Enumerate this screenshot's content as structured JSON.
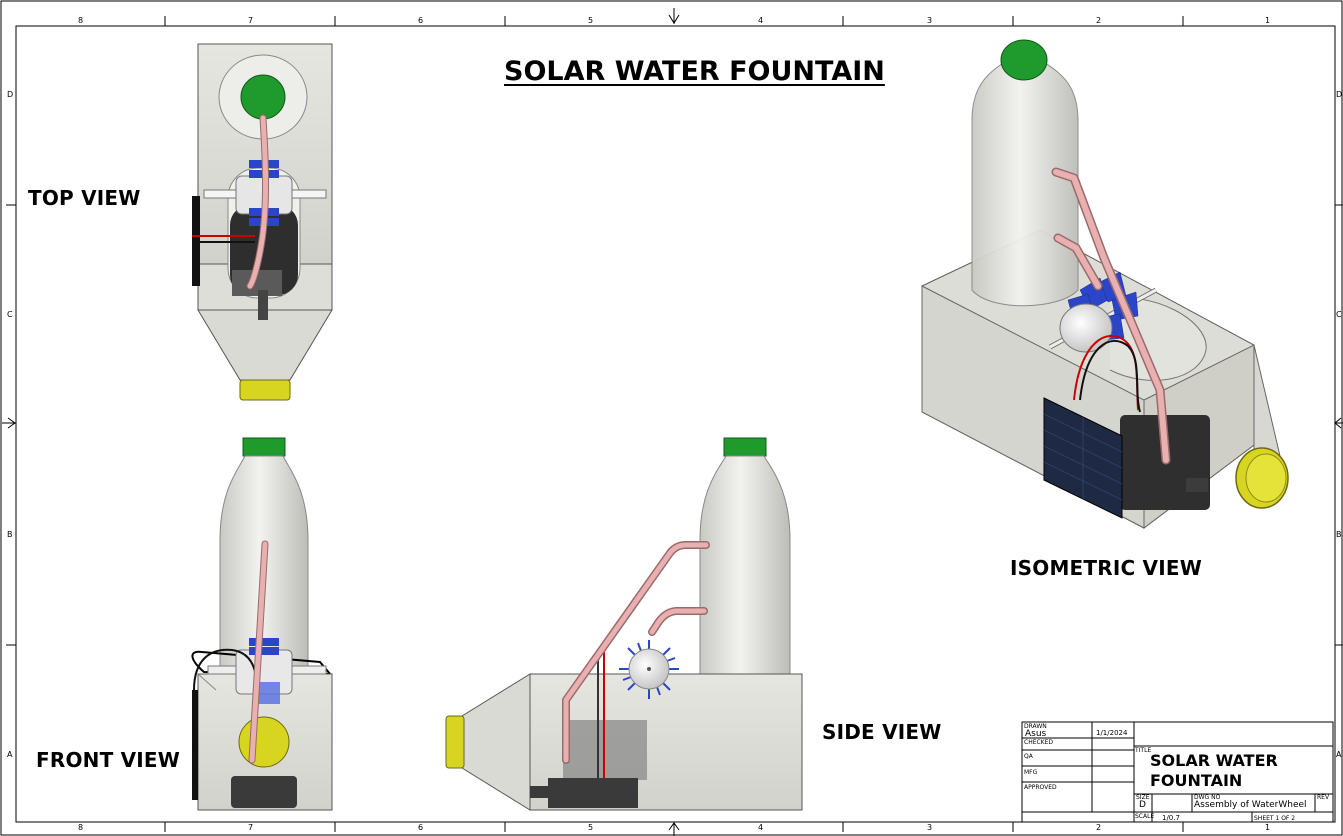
{
  "title": "SOLAR WATER FOUNTAIN",
  "views": {
    "top": "TOP VIEW",
    "front": "FRONT VIEW",
    "side": "SIDE VIEW",
    "isometric": "ISOMETRIC VIEW"
  },
  "border": {
    "columns": [
      "8",
      "7",
      "6",
      "5",
      "4",
      "3",
      "2",
      "1"
    ],
    "rows": [
      "D",
      "C",
      "B",
      "A"
    ]
  },
  "title_block": {
    "drawn_label": "DRAWN",
    "drawn_by": "Asus",
    "drawn_date": "1/1/2024",
    "checked_label": "CHECKED",
    "qa_label": "QA",
    "mfg_label": "MFG",
    "approved_label": "APPROVED",
    "title_label": "TITLE",
    "title_line1": "SOLAR WATER",
    "title_line2": "FOUNTAIN",
    "size_label": "SIZE",
    "size": "D",
    "dwg_label": "DWG NO",
    "dwg_no": "Assembly of WaterWheel",
    "rev_label": "REV",
    "scale_label": "SCALE",
    "scale": "1/0.7",
    "sheet": "SHEET 1  OF 2"
  },
  "colors": {
    "cap": "#1f9a2c",
    "nozzle": "#d8d520",
    "pipe": "#e8b0b0",
    "wheel": "#2b45c9",
    "body": "#dcdcd6",
    "pump": "#3a3a3a",
    "solar_panel": "#1e2a44"
  }
}
